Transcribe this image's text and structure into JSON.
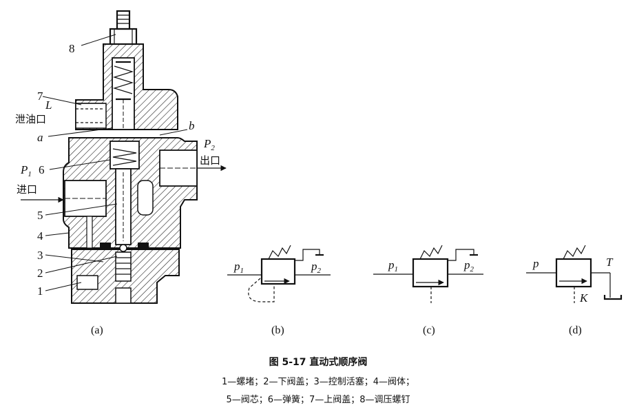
{
  "diagram_a": {
    "callouts": [
      "8",
      "7",
      "6",
      "5",
      "4",
      "3",
      "2",
      "1"
    ],
    "port_L": "L",
    "drain_label": "泄油口",
    "port_a": "a",
    "port_b": "b",
    "port_P1": "P",
    "port_P1_sub": "1",
    "port_P2": "P",
    "port_P2_sub": "2",
    "outlet_label": "出口",
    "inlet_label": "进口",
    "caption": "(a)"
  },
  "diagram_b": {
    "p1": "p",
    "p1_sub": "1",
    "p2": "p",
    "p2_sub": "2",
    "caption": "(b)"
  },
  "diagram_c": {
    "p1": "p",
    "p1_sub": "1",
    "p2": "p",
    "p2_sub": "2",
    "caption": "(c)"
  },
  "diagram_d": {
    "p": "p",
    "T": "T",
    "K": "K",
    "caption": "(d)"
  },
  "figure": {
    "title": "图 5-17   直动式顺序阀",
    "legend_line1": "1—螺堵；2—下阀盖；3—控制活塞；4—阀体；",
    "legend_line2": "5—阀芯；6—弹簧；7—上阀盖；8—调压螺钉"
  }
}
